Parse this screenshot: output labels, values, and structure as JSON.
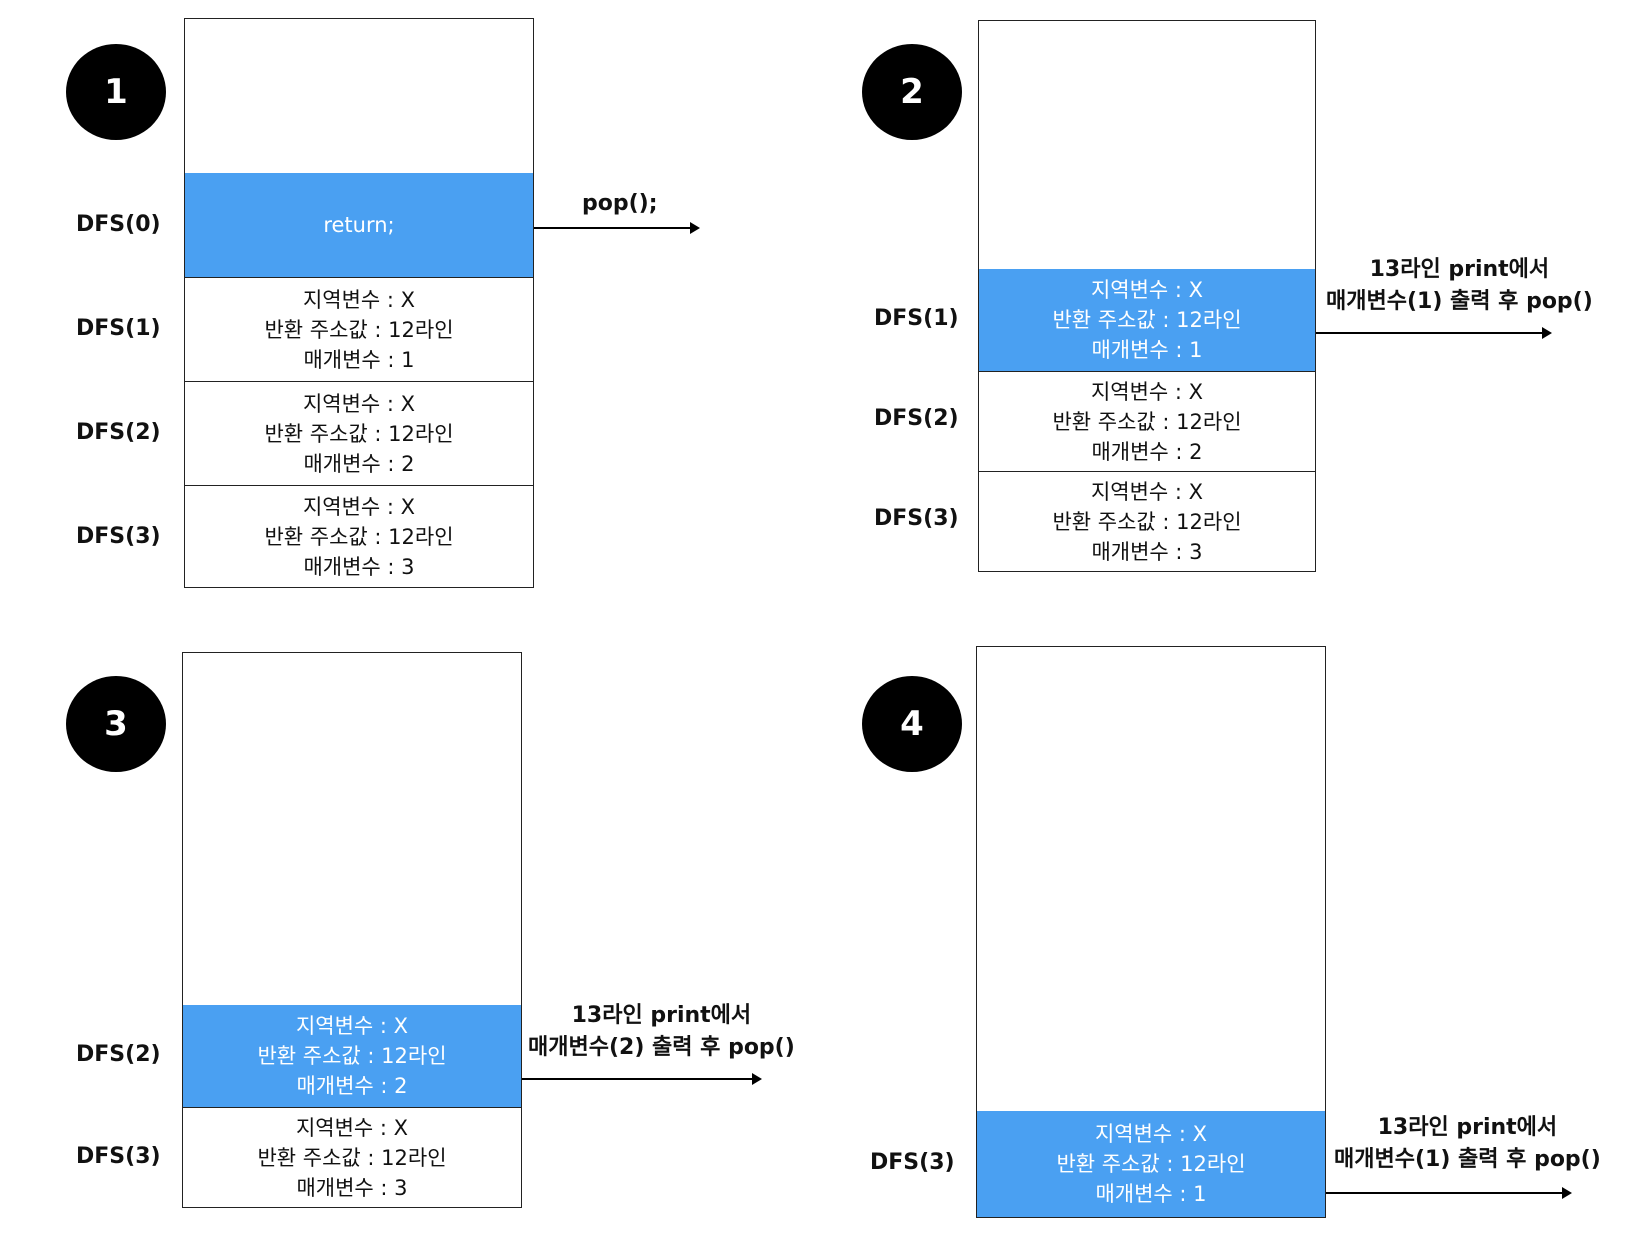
{
  "panels": [
    {
      "number": "1",
      "frames": [
        {
          "label": "DFS(0)",
          "lines": [
            "return;"
          ],
          "active": true
        },
        {
          "label": "DFS(1)",
          "lines": [
            "지역변수 : X",
            "반환 주소값 : 12라인",
            "매개변수 : 1"
          ],
          "active": false
        },
        {
          "label": "DFS(2)",
          "lines": [
            "지역변수 : X",
            "반환 주소값 : 12라인",
            "매개변수 : 2"
          ],
          "active": false
        },
        {
          "label": "DFS(3)",
          "lines": [
            "지역변수 : X",
            "반환 주소값 : 12라인",
            "매개변수 : 3"
          ],
          "active": false
        }
      ],
      "note": [
        "pop();"
      ]
    },
    {
      "number": "2",
      "frames": [
        {
          "label": "DFS(1)",
          "lines": [
            "지역변수 : X",
            "반환 주소값 : 12라인",
            "매개변수 : 1"
          ],
          "active": true
        },
        {
          "label": "DFS(2)",
          "lines": [
            "지역변수 : X",
            "반환 주소값 : 12라인",
            "매개변수 : 2"
          ],
          "active": false
        },
        {
          "label": "DFS(3)",
          "lines": [
            "지역변수 : X",
            "반환 주소값 : 12라인",
            "매개변수 : 3"
          ],
          "active": false
        }
      ],
      "note": [
        "13라인 print에서",
        "매개변수(1) 출력 후 pop()"
      ]
    },
    {
      "number": "3",
      "frames": [
        {
          "label": "DFS(2)",
          "lines": [
            "지역변수 : X",
            "반환 주소값 : 12라인",
            "매개변수 : 2"
          ],
          "active": true
        },
        {
          "label": "DFS(3)",
          "lines": [
            "지역변수 : X",
            "반환 주소값 : 12라인",
            "매개변수 : 3"
          ],
          "active": false
        }
      ],
      "note": [
        "13라인 print에서",
        "매개변수(2) 출력 후 pop()"
      ]
    },
    {
      "number": "4",
      "frames": [
        {
          "label": "DFS(3)",
          "lines": [
            "지역변수 : X",
            "반환 주소값 : 12라인",
            "매개변수 : 1"
          ],
          "active": true
        }
      ],
      "note": [
        "13라인 print에서",
        "매개변수(1) 출력 후 pop()"
      ]
    }
  ],
  "colors": {
    "active_frame": "#4aa0f2",
    "badge": "#000000"
  }
}
